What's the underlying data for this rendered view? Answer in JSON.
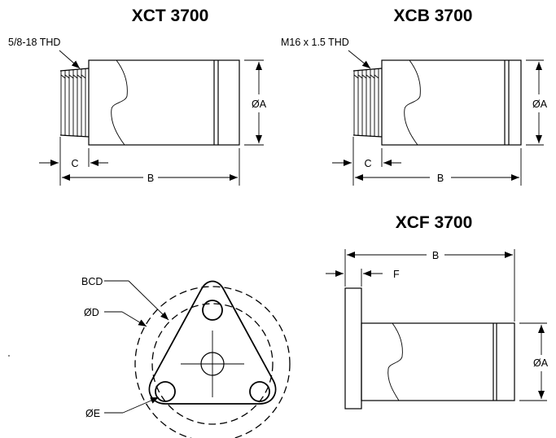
{
  "titles": {
    "xct": "XCT 3700",
    "xcb": "XCB 3700",
    "xcf": "XCF 3700"
  },
  "labels": {
    "xct_thread": "5/8-18 THD",
    "xcb_thread": "M16 x 1.5 THD",
    "dia_a": "ØA",
    "b": "B",
    "c": "C",
    "f": "F",
    "bcd": "BCD",
    "dia_d": "ØD",
    "dia_e": "ØE"
  }
}
